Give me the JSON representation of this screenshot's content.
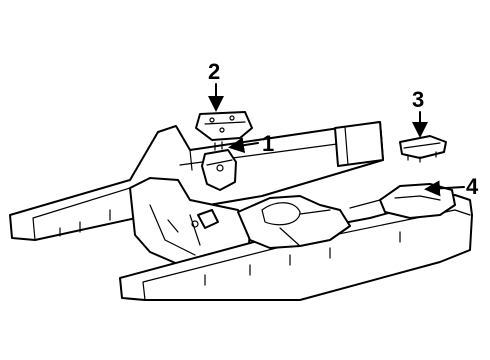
{
  "callouts": [
    {
      "label": "1",
      "part": "engine-mount"
    },
    {
      "label": "2",
      "part": "upper-mount-bracket"
    },
    {
      "label": "3",
      "part": "transmission-mount"
    },
    {
      "label": "4",
      "part": "frame-assembly"
    }
  ]
}
